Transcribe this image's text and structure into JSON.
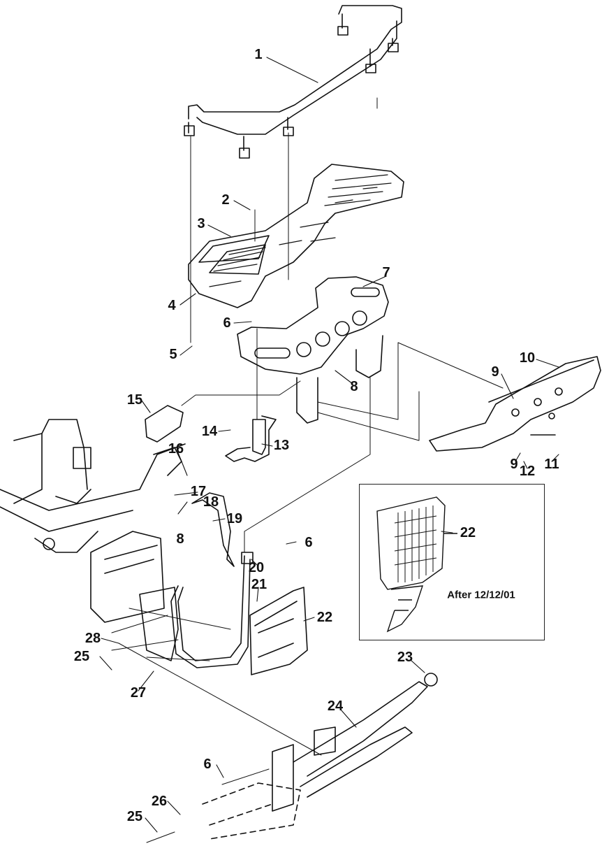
{
  "diagram": {
    "parts": [
      {
        "id": "1",
        "label": "1"
      },
      {
        "id": "2",
        "label": "2"
      },
      {
        "id": "3",
        "label": "3"
      },
      {
        "id": "4",
        "label": "4"
      },
      {
        "id": "5",
        "label": "5"
      },
      {
        "id": "6",
        "label": "6"
      },
      {
        "id": "7",
        "label": "7"
      },
      {
        "id": "8",
        "label": "8"
      },
      {
        "id": "9",
        "label": "9"
      },
      {
        "id": "10",
        "label": "10"
      },
      {
        "id": "11",
        "label": "11"
      },
      {
        "id": "12",
        "label": "12"
      },
      {
        "id": "13",
        "label": "13"
      },
      {
        "id": "14",
        "label": "14"
      },
      {
        "id": "15",
        "label": "15"
      },
      {
        "id": "16",
        "label": "16"
      },
      {
        "id": "17",
        "label": "17"
      },
      {
        "id": "18",
        "label": "18"
      },
      {
        "id": "19",
        "label": "19"
      },
      {
        "id": "20",
        "label": "20"
      },
      {
        "id": "21",
        "label": "21"
      },
      {
        "id": "22",
        "label": "22"
      },
      {
        "id": "23",
        "label": "23"
      },
      {
        "id": "24",
        "label": "24"
      },
      {
        "id": "25",
        "label": "25"
      },
      {
        "id": "26",
        "label": "26"
      },
      {
        "id": "27",
        "label": "27"
      },
      {
        "id": "28",
        "label": "28"
      }
    ],
    "inset_note": "After 12/12/01"
  }
}
